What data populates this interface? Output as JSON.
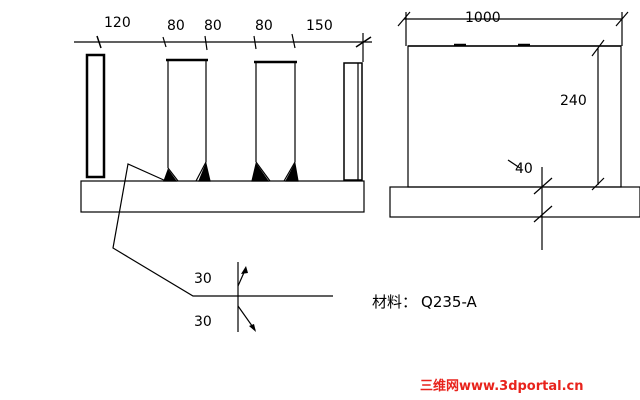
{
  "front_view": {
    "dims": {
      "d1": "120",
      "d2": "80",
      "d3": "80",
      "d4": "80",
      "d5": "150"
    }
  },
  "side_view": {
    "dims": {
      "width": "1000",
      "height": "240",
      "base": "40"
    }
  },
  "weld_symbol": {
    "top": "30",
    "bottom": "30"
  },
  "material": {
    "label": "材料：",
    "value": "Q235-A"
  },
  "watermark": {
    "part1": "三维网",
    "part2": "www.3dportal.cn"
  },
  "colors": {
    "line": "#000000",
    "watermark_primary": "#e8231c",
    "watermark_secondary": "#1f3fa8"
  }
}
